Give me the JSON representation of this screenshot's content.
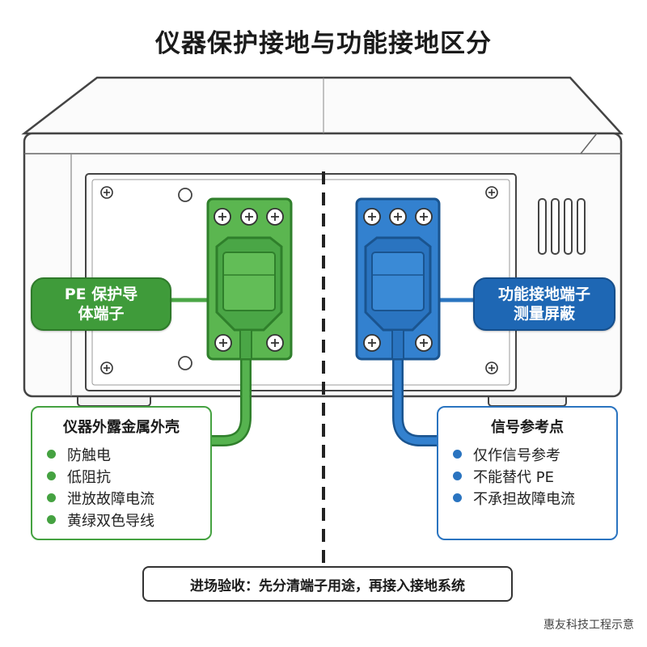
{
  "title": "仪器保护接地与功能接地区分",
  "left_label": {
    "line1": "PE 保护导",
    "line2": "体端子",
    "color": "#3f9b3a"
  },
  "right_label": {
    "line1": "功能接地端子",
    "line2": "测量屏蔽",
    "color": "#1e67b4"
  },
  "left_box": {
    "title": "仪器外露金属外壳",
    "items": [
      "防触电",
      "低阻抗",
      "泄放故障电流",
      "黄绿双色导线"
    ],
    "accent": "#45a241"
  },
  "right_box": {
    "title": "信号参考点",
    "items": [
      "仅作信号参考",
      "不能替代 PE",
      "不承担故障电流"
    ],
    "accent": "#2a74c0"
  },
  "bottom_note": "进场验收：先分清端子用途，再接入接地系统",
  "watermark": "惠友科技工程示意"
}
